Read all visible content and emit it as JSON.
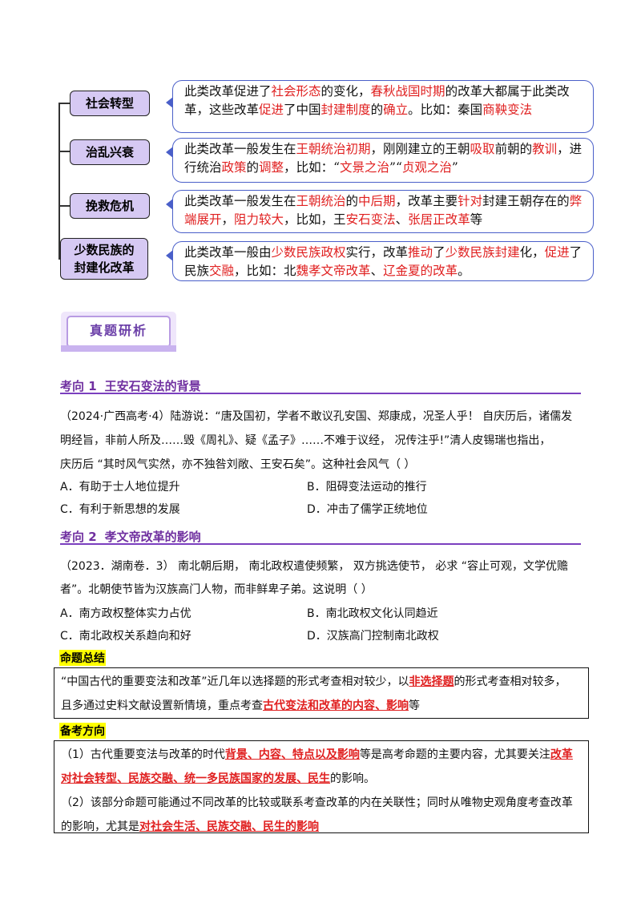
{
  "mindmap": [
    {
      "label": "社会转型",
      "segments": [
        [
          "此类改革促进了",
          0
        ],
        [
          "社会形态",
          1
        ],
        [
          "的变化，",
          0
        ],
        [
          "春秋战国时期",
          1
        ],
        [
          "的改革大都属于此类改革，这些改革",
          0
        ],
        [
          "促进",
          1
        ],
        [
          "了中国",
          0
        ],
        [
          "封建制度",
          1
        ],
        [
          "的",
          0
        ],
        [
          "确立",
          1
        ],
        [
          "。比如：秦国",
          0
        ],
        [
          "商鞅变法",
          1
        ]
      ]
    },
    {
      "label": "治乱兴衰",
      "segments": [
        [
          "此类改革一般发生在",
          0
        ],
        [
          "王朝统治初期",
          1
        ],
        [
          "，刚刚建立的王朝",
          0
        ],
        [
          "吸取",
          1
        ],
        [
          "前朝的",
          0
        ],
        [
          "教训",
          1
        ],
        [
          "，进行统治",
          0
        ],
        [
          "政策",
          1
        ],
        [
          "的",
          0
        ],
        [
          "调整",
          1
        ],
        [
          "，比如：“",
          0
        ],
        [
          "文景之治",
          1
        ],
        [
          "”“",
          0
        ],
        [
          "贞观之治",
          1
        ],
        [
          "”",
          0
        ]
      ]
    },
    {
      "label": "挽救危机",
      "segments": [
        [
          "此类改革一般发生在",
          0
        ],
        [
          "王朝统治",
          1
        ],
        [
          "的",
          0
        ],
        [
          "中后期",
          1
        ],
        [
          "，改革主要",
          0
        ],
        [
          "针对",
          1
        ],
        [
          "封建王朝存在的",
          0
        ],
        [
          "弊端展开",
          1
        ],
        [
          "，",
          0
        ],
        [
          "阻力较大",
          1
        ],
        [
          "，比如，王",
          0
        ],
        [
          "安石变法",
          1
        ],
        [
          "、",
          0
        ],
        [
          "张居正改革",
          1
        ],
        [
          "等",
          0
        ]
      ]
    },
    {
      "label": "少数民族的封建化改革",
      "segments": [
        [
          "此类改革一般由",
          0
        ],
        [
          "少数民族政权",
          1
        ],
        [
          "实行，改革",
          0
        ],
        [
          "推动",
          1
        ],
        [
          "了",
          0
        ],
        [
          "少数民族封建",
          1
        ],
        [
          "化，",
          0
        ],
        [
          "促进",
          1
        ],
        [
          "了民族",
          0
        ],
        [
          "交融",
          1
        ],
        [
          "，比如：北",
          0
        ],
        [
          "魏孝文帝改革",
          1
        ],
        [
          "、",
          0
        ],
        [
          "辽金夏的改革",
          1
        ],
        [
          "。",
          0
        ]
      ]
    }
  ],
  "banner": {
    "text": "真题研析"
  },
  "topic1": {
    "num": "考向 1",
    "title": "王安石变法的背景"
  },
  "q1": {
    "lines": [
      "（2024·广西高考·4）陆游说：“唐及国初，学者不敢议孔安国、郑康成，况圣人乎！  自庆历后，诸儒发",
      "明经旨，非前人所及……毁《周礼》、疑《孟子》……不难于议经，  况传注乎!”清人皮锡瑞也指出，",
      "庆历后  “其时风气实然，亦不独咎刘敞、王安石矣”。这种社会风气（          ）"
    ],
    "options": [
      "A．有助于士人地位提升",
      "B．阻碍变法运动的推行",
      "C．有利于新思想的发展",
      "D．冲击了儒学正统地位"
    ]
  },
  "topic2": {
    "num": "考向 2",
    "title": "孝文帝改革的影响"
  },
  "q2": {
    "lines": [
      "（2023．湖南卷．3）  南北朝后期，  南北政权遣使频繁，  双方挑选使节，  必求  “容止可观，文学优赡",
      "者”。北朝使节皆为汉族高门人物，而非鲜卑子弟。这说明（          ）"
    ],
    "options": [
      "A．南方政权整体实力占优",
      "B．南北政权文化认同趋近",
      "C．南北政权关系趋向和好",
      "D．汉族高门控制南北政权"
    ]
  },
  "summary": {
    "heading": "命题总结",
    "line1_pre": "“中国古代的重要变法和改革”近几年以选择题的形式考查相对较少，以",
    "line1_red": "非选择题",
    "line1_post": "的形式考查相对较多，",
    "line2_pre": "且多通过史料文献设置新情境，重点考查",
    "line2_red": "古代变法和改革的内容、影响",
    "line2_post": "等"
  },
  "direction": {
    "heading": "备考方向",
    "p1_pre": "（1）古代重要变法与改革的时代",
    "p1_red1": "背景、内容、特点以及影响",
    "p1_mid": "等是高考命题的主要内容，尤其要关注",
    "p1_red2a": "改革",
    "p1_red2b": "对社会转型、民族交融、统一多民族国家的发展、民生",
    "p1_post": "的影响。",
    "p2_line1": "（2）该部分命题可能通过不同改革的比较或联系考查改革的内在关联性；同时从唯物史观角度考查改革",
    "p2_pre": "的影响，尤其是",
    "p2_red": "对社会生活、民族交融、民生的影响"
  },
  "colors": {
    "label_bg": "#d6c9f3",
    "desc_border": "#4a5fc9",
    "accent_red": "#e02020",
    "topic_purple": "#7030a0",
    "highlight": "#ffff00"
  }
}
